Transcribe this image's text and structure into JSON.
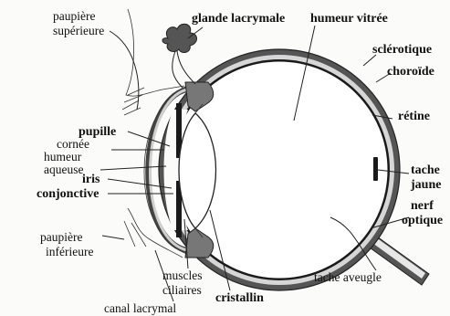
{
  "diagram": {
    "labels": {
      "paupiere_superieure_1": "paupière",
      "paupiere_superieure_2": "supérieure",
      "glande_lacrymale": "glande lacrymale",
      "humeur_vitree": "humeur vitrée",
      "sclerotique": "sclérotique",
      "choroide": "choroïde",
      "retine": "rétine",
      "tache_jaune_1": "tache",
      "tache_jaune_2": "jaune",
      "nerf_optique_1": "nerf",
      "nerf_optique_2": "optique",
      "tache_aveugle": "tache aveugle",
      "cristallin": "cristallin",
      "muscles_ciliaires_1": "muscles",
      "muscles_ciliaires_2": "ciliaires",
      "canal_lacrymal": "canal lacrymal",
      "paupiere_inferieure_1": "paupière",
      "paupiere_inferieure_2": "inférieure",
      "conjonctive": "conjonctive",
      "iris": "iris",
      "humeur_aqueuse_1": "humeur",
      "humeur_aqueuse_2": "aqueuse",
      "cornee": "cornée",
      "pupille": "pupille"
    },
    "colors": {
      "sclera": "#555555",
      "choroid": "#d9d9d9",
      "retina": "#1a1a1a",
      "iris": "#1a1a1a",
      "ink": "#222222"
    }
  }
}
